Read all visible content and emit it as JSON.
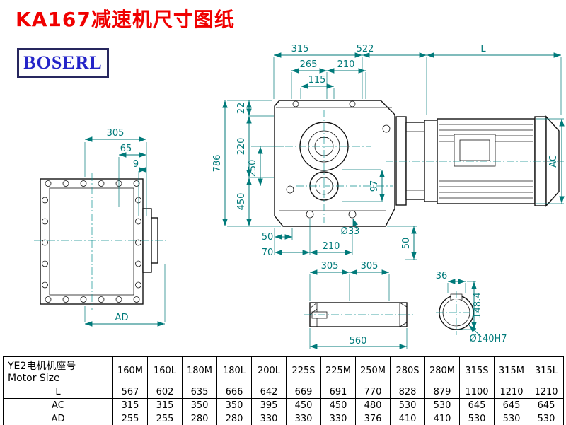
{
  "title": "KA167减速机尺寸图纸",
  "logo": "BOSERL",
  "colors": {
    "title": "#f00000",
    "dimension": "#007a7a",
    "logo_text": "#2323c8",
    "logo_border": "#26265e"
  },
  "dims": {
    "d315": "315",
    "d522": "522",
    "dL": "L",
    "d265": "265",
    "d210": "210",
    "d115": "115",
    "d22": "22",
    "d220": "220",
    "d250": "250",
    "d450": "450",
    "d786": "786",
    "d97": "97",
    "d305": "305",
    "d65": "65",
    "d9": "9",
    "dAD": "AD",
    "d50": "50",
    "d70": "70",
    "d33": "Ø33",
    "dAC": "AC",
    "d560": "560",
    "d36": "36",
    "d148": "148.4",
    "d140": "Ø140H7"
  },
  "table": {
    "header_cn": "YE2电机机座号",
    "header_en": "Motor Size",
    "columns": [
      "160M",
      "160L",
      "180M",
      "180L",
      "200L",
      "225S",
      "225M",
      "250M",
      "280S",
      "280M",
      "315S",
      "315M",
      "315L"
    ],
    "rows": [
      {
        "label": "L",
        "values": [
          567,
          602,
          635,
          666,
          642,
          669,
          691,
          770,
          828,
          879,
          1100,
          1210,
          1210
        ]
      },
      {
        "label": "AC",
        "values": [
          315,
          315,
          350,
          350,
          395,
          450,
          450,
          480,
          530,
          530,
          645,
          645,
          645
        ]
      },
      {
        "label": "AD",
        "values": [
          255,
          255,
          280,
          280,
          330,
          330,
          330,
          376,
          410,
          410,
          530,
          530,
          530
        ]
      }
    ]
  }
}
